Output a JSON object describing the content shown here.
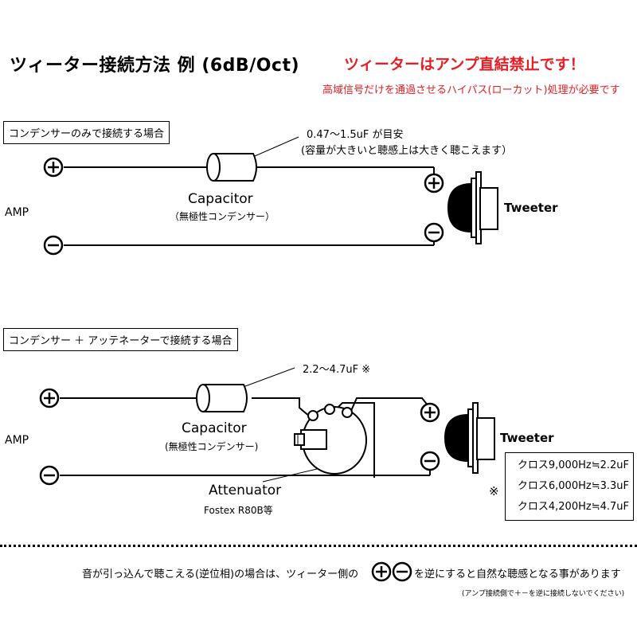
{
  "title": "ツィーター接続方法 例 (6dB/Oct)",
  "warning": "ツィーターはアンプ直結禁止です！",
  "warning_sub": "高域信号だけを通過させるハイパス(ローカット)処理が必要です",
  "section1": {
    "heading": "コンデンサーのみで接続する場合",
    "cap_value": "0.47～1.5uF が目安",
    "cap_note": "(容量が大きいと聴感上は大きく聴こえます）",
    "cap_label": "Capacitor",
    "cap_sub": "（無極性コンデンサー）",
    "amp": "AMP",
    "tweeter": "Tweeter"
  },
  "section2": {
    "heading": "コンデンサー ＋ アッテネーターで接続する場合",
    "cap_value": "2.2～4.7uF ※",
    "cap_label": "Capacitor",
    "cap_sub": "(無極性コンデンサー)",
    "amp": "AMP",
    "tweeter": "Tweeter",
    "attenuator_label": "Attenuator",
    "attenuator_sub": "Fostex R80B等",
    "note_mark": "※",
    "crossover": [
      "クロス9,000Hz≒2.2uF",
      "クロス6,000Hz≒3.3uF",
      "クロス4,200Hz≒4.7uF"
    ]
  },
  "footer": {
    "line1_a": "音が引っ込んで聴こえる(逆位相)の場合は、ツィーター側の",
    "line1_b": "を逆にすると自然な聴感となる事があります",
    "line2": "(アンプ接続側で＋－を逆に接続しないでください)"
  },
  "colors": {
    "warning": "#e31e24",
    "ink": "#000000"
  }
}
